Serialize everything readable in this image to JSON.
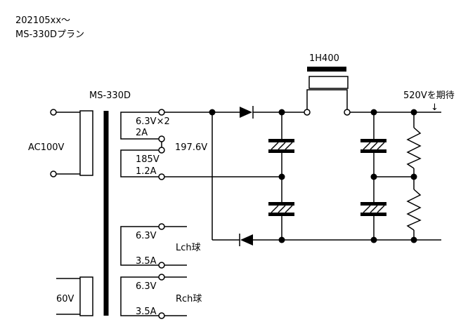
{
  "header": {
    "date_line": "202105xx～",
    "plan_line": "MS-330Dプラン"
  },
  "transformer": {
    "name": "MS-330D",
    "primary": "AC100V",
    "secondary_1_voltage": "6.3V×2",
    "secondary_1_current": "2A",
    "secondary_2_voltage": "185V",
    "secondary_2_current": "1.2A",
    "rectified_voltage": "197.6V",
    "heater_l_voltage": "6.3V",
    "heater_l_current": "3.5A",
    "heater_l_label": "Lch球",
    "heater_r_voltage": "6.3V",
    "heater_r_current": "3.5A",
    "heater_r_label": "Rch球",
    "aux": "60V"
  },
  "choke": {
    "label": "1H400"
  },
  "output": {
    "label": "520Vを期待",
    "arrow": "↓"
  }
}
